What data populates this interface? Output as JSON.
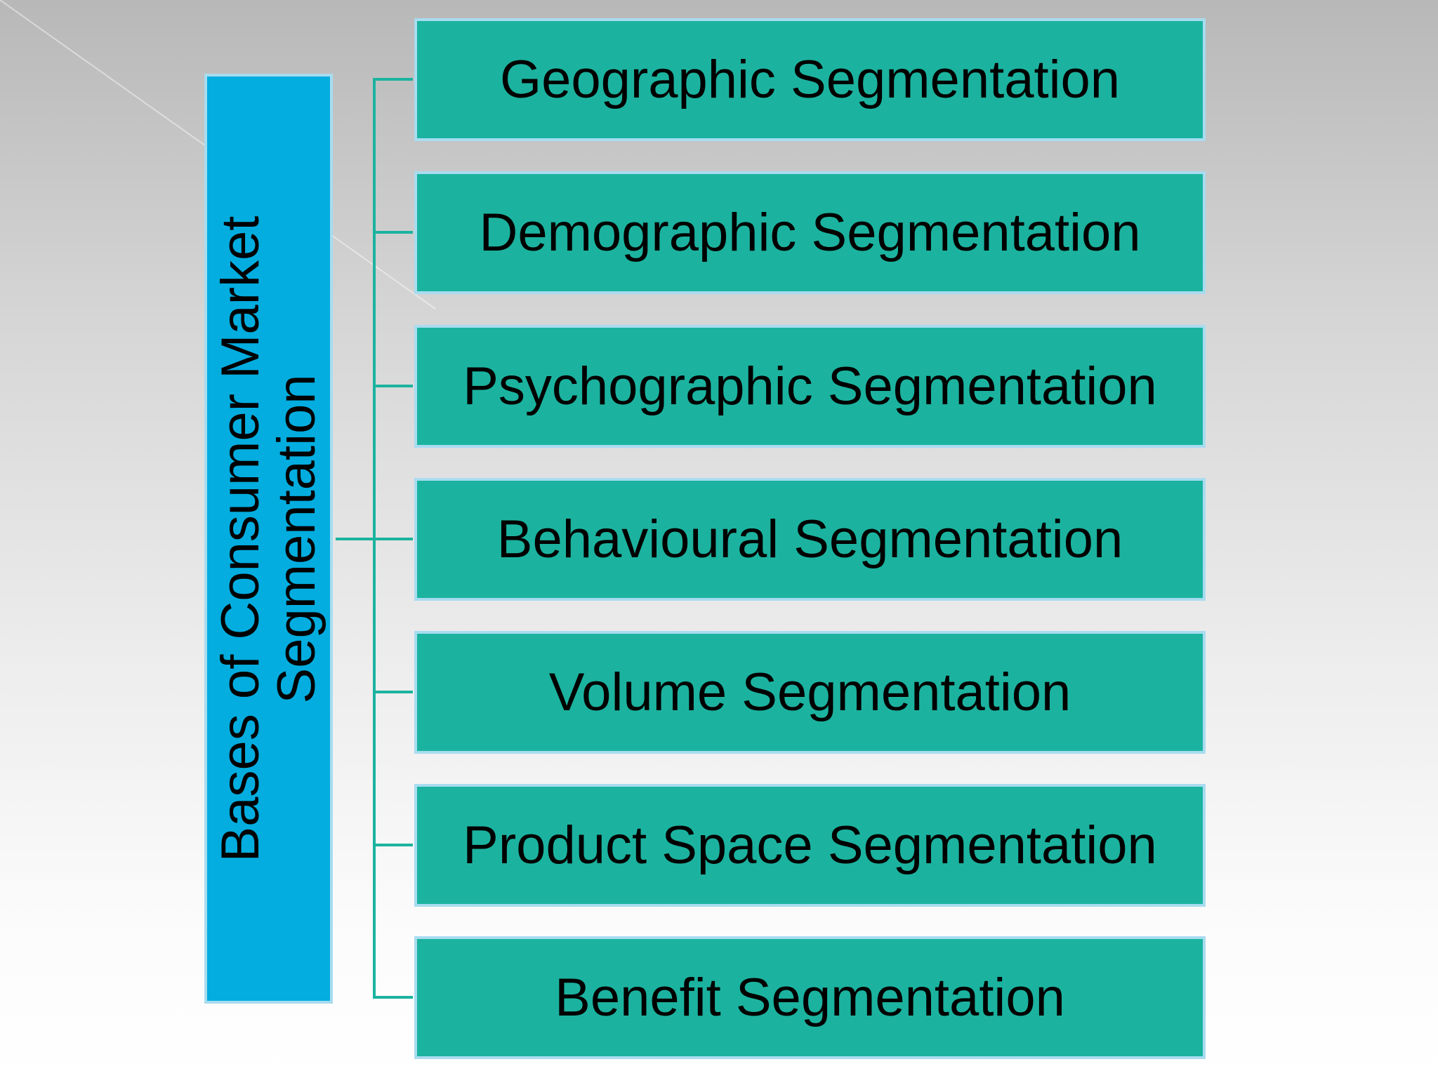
{
  "diagram": {
    "root": {
      "line1": "Bases of Consumer Market",
      "line2": "Segmentation"
    },
    "children": [
      "Geographic Segmentation",
      "Demographic Segmentation",
      "Psychographic Segmentation",
      "Behavioural Segmentation",
      "Volume Segmentation",
      "Product Space Segmentation",
      "Benefit Segmentation"
    ]
  },
  "colors": {
    "root_fill": "#03addf",
    "child_fill": "#1bb39f",
    "box_border": "#a8dcf0",
    "connector": "#1bb39f"
  }
}
